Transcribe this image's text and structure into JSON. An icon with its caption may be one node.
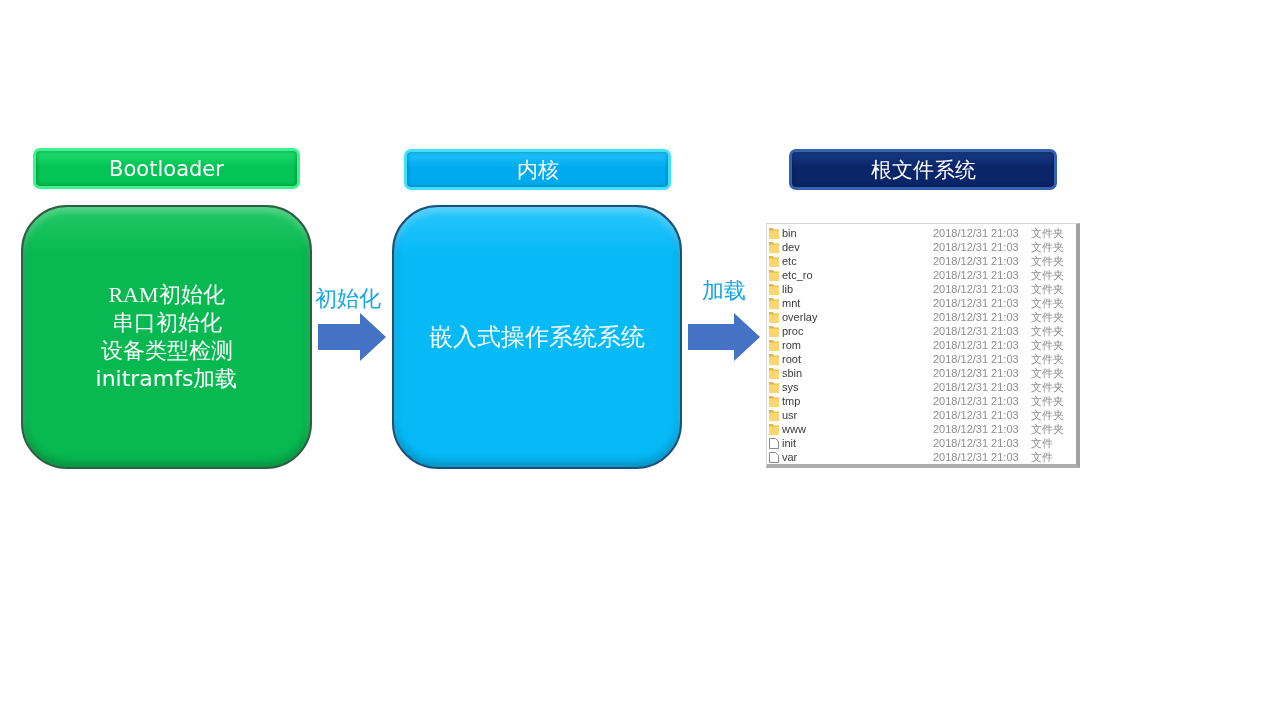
{
  "diagram": {
    "nodes": [
      {
        "text": [
          "Bootloader"
        ]
      },
      {
        "text": [
          "RAM初始化",
          "串口初始化",
          "设备类型检测",
          "initramfs加载"
        ]
      },
      {
        "text": [
          "内核"
        ]
      },
      {
        "text": [
          "嵌入式操作系统系统"
        ]
      },
      {
        "text": [
          "根文件系统"
        ]
      },
      {
        "text": [
          "bin",
          "2018/12/31 21:03",
          "文件夹",
          "dev",
          "2018/12/31 21:03",
          "文件夹",
          "etc",
          "2018/12/31 21:03",
          "文件夹",
          "etc_ro",
          "2018/12/31 21:03",
          "文件夹",
          "lib",
          "2018/12/31 21:03",
          "文件夹",
          "mnt",
          "2018/12/31 21:03",
          "文件夹",
          "overlay",
          "2018/12/31 21:03",
          "文件夹",
          "proc",
          "2018/12/31 21:03",
          "文件夹",
          "rom",
          "2018/12/31 21:03",
          "文件夹",
          "root",
          "2018/12/31 21:03",
          "文件夹",
          "sbin",
          "2018/12/31 21:03",
          "文件夹",
          "sys",
          "2018/12/31 21:03",
          "文件夹",
          "tmp",
          "2018/12/31 21:03",
          "文件夹",
          "usr",
          "2018/12/31 21:03",
          "文件夹",
          "www",
          "2018/12/31 21:03",
          "文件夹",
          "init",
          "2018/12/31 21:03",
          "文件",
          "var",
          "2018/12/31 21:03",
          "文件"
        ]
      }
    ],
    "edges": [
      {
        "from": 1,
        "to": 3,
        "arrow": "to",
        "label": "初始化"
      },
      {
        "from": 3,
        "to": 5,
        "arrow": "to",
        "label": "加载"
      }
    ]
  }
}
